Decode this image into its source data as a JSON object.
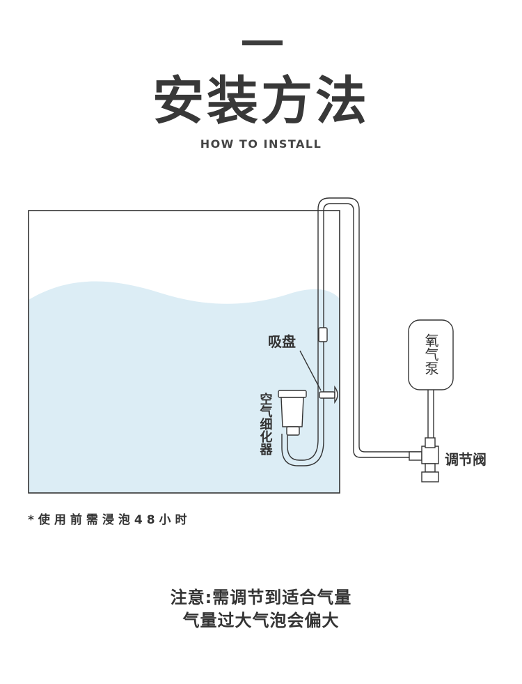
{
  "header": {
    "title": "安装方法",
    "subtitle": "HOW TO INSTALL"
  },
  "diagram": {
    "label_suction_cup": "吸盘",
    "label_air_stone": "空气细化器",
    "label_air_pump": "氧气泵",
    "label_valve": "调节阀"
  },
  "notes": {
    "soak": "*使用前需浸泡48小时",
    "warning_line1": "注意:需调节到适合气量",
    "warning_line2": "气量过大气泡会偏大"
  },
  "colors": {
    "water": "#dcedf5",
    "line": "#333333"
  }
}
